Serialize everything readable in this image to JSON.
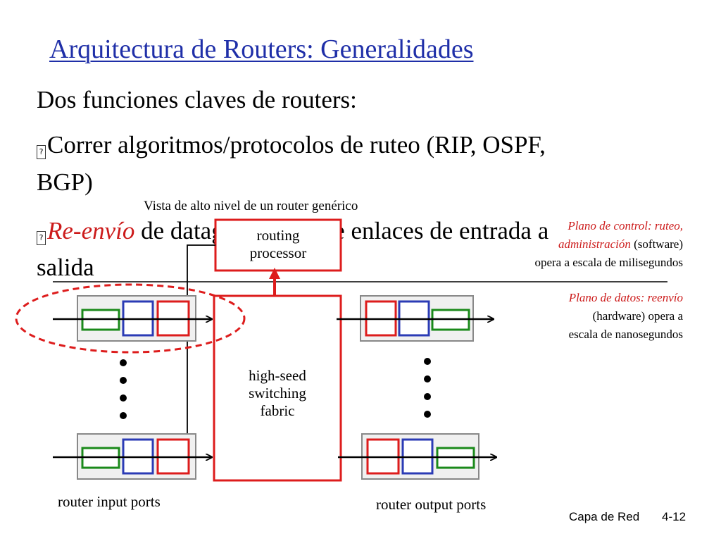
{
  "slide": {
    "title": "Arquitectura de Routers: Generalidades",
    "intro": "Dos funciones claves de routers:",
    "bullet_glyph": "?",
    "bullet1_line1": "Correr algoritmos/protocolos de ruteo (RIP, OSPF,",
    "bullet1_line2": "BGP)",
    "bullet2_em": "Re-envío",
    "bullet2_rest": " de datagramas desde enlaces de entrada a",
    "bullet2_line2": "salida"
  },
  "diagram": {
    "caption": "Vista de alto nivel de un router genérico",
    "routing_processor_line1": "routing",
    "routing_processor_line2": "processor",
    "fabric_line1": "high-seed",
    "fabric_line2": "switching",
    "fabric_line3": "fabric",
    "input_ports_label": "router input ports",
    "output_ports_label": "router output ports",
    "control_plane_red": "Plano de control: ruteo,",
    "control_plane_red2": "administración",
    "control_plane_black2": " (software)",
    "control_plane_line3": "opera a escala de milisegundos",
    "data_plane_red": "Plano de datos: reenvío",
    "data_plane_line2": "(hardware) opera a",
    "data_plane_line3": "escala de nanosegundos",
    "colors": {
      "red": "#dd1c1c",
      "blue": "#2b3bb5",
      "green": "#1b8a1b",
      "port_fill": "#f0f0f0",
      "port_border": "#888888"
    }
  },
  "footer": {
    "chapter": "Capa de Red",
    "page": "4-12"
  }
}
